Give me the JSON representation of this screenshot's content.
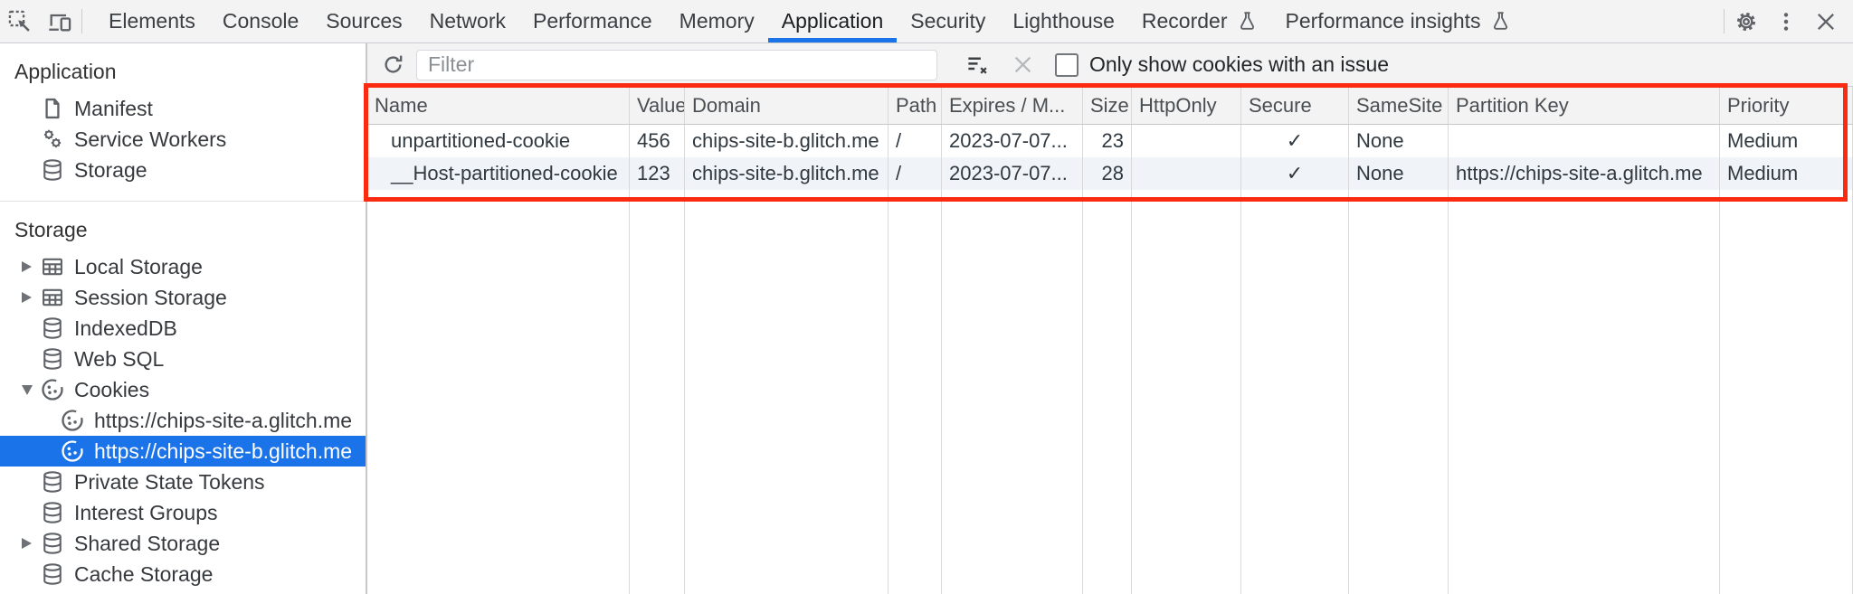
{
  "topbar": {
    "tabs": [
      {
        "label": "Elements"
      },
      {
        "label": "Console"
      },
      {
        "label": "Sources"
      },
      {
        "label": "Network"
      },
      {
        "label": "Performance"
      },
      {
        "label": "Memory"
      },
      {
        "label": "Application",
        "selected": true
      },
      {
        "label": "Security"
      },
      {
        "label": "Lighthouse"
      },
      {
        "label": "Recorder",
        "flask": true
      },
      {
        "label": "Performance insights",
        "flask": true
      }
    ]
  },
  "sidebar": {
    "sections": [
      {
        "title": "Application",
        "items": [
          {
            "label": "Manifest",
            "icon": "document-icon"
          },
          {
            "label": "Service Workers",
            "icon": "service-workers-icon"
          },
          {
            "label": "Storage",
            "icon": "database-icon"
          }
        ]
      },
      {
        "title": "Storage",
        "items": [
          {
            "label": "Local Storage",
            "icon": "table-icon",
            "expander": "collapsed"
          },
          {
            "label": "Session Storage",
            "icon": "table-icon",
            "expander": "collapsed"
          },
          {
            "label": "IndexedDB",
            "icon": "database-icon"
          },
          {
            "label": "Web SQL",
            "icon": "database-icon"
          },
          {
            "label": "Cookies",
            "icon": "cookie-icon",
            "expander": "expanded",
            "children": [
              {
                "label": "https://chips-site-a.glitch.me",
                "icon": "cookie-icon"
              },
              {
                "label": "https://chips-site-b.glitch.me",
                "icon": "cookie-icon",
                "selected": true
              }
            ]
          },
          {
            "label": "Private State Tokens",
            "icon": "database-icon"
          },
          {
            "label": "Interest Groups",
            "icon": "database-icon"
          },
          {
            "label": "Shared Storage",
            "icon": "database-icon",
            "expander": "collapsed"
          },
          {
            "label": "Cache Storage",
            "icon": "database-icon"
          }
        ]
      }
    ]
  },
  "cookies_toolbar": {
    "filter_placeholder": "Filter",
    "only_issue_label": "Only show cookies with an issue"
  },
  "table": {
    "columns": [
      "Name",
      "Value",
      "Domain",
      "Path",
      "Expires / M...",
      "Size",
      "HttpOnly",
      "Secure",
      "SameSite",
      "Partition Key",
      "Priority"
    ],
    "rows": [
      {
        "name": "unpartitioned-cookie",
        "value": "456",
        "domain": "chips-site-b.glitch.me",
        "path": "/",
        "expires": "2023-07-07...",
        "size": "23",
        "http_only": "",
        "secure": "✓",
        "same_site": "None",
        "partition_key": "",
        "priority": "Medium"
      },
      {
        "name": "__Host-partitioned-cookie",
        "value": "123",
        "domain": "chips-site-b.glitch.me",
        "path": "/",
        "expires": "2023-07-07...",
        "size": "28",
        "http_only": "",
        "secure": "✓",
        "same_site": "None",
        "partition_key": "https://chips-site-a.glitch.me",
        "priority": "Medium"
      }
    ]
  },
  "colors": {
    "accent_blue": "#1a73e8",
    "annotation_red": "#fa2b10",
    "row_stripe": "#f0f3f7",
    "toolbar_bg": "#f3f3f3",
    "selected_item_bg": "#1a73e8"
  }
}
